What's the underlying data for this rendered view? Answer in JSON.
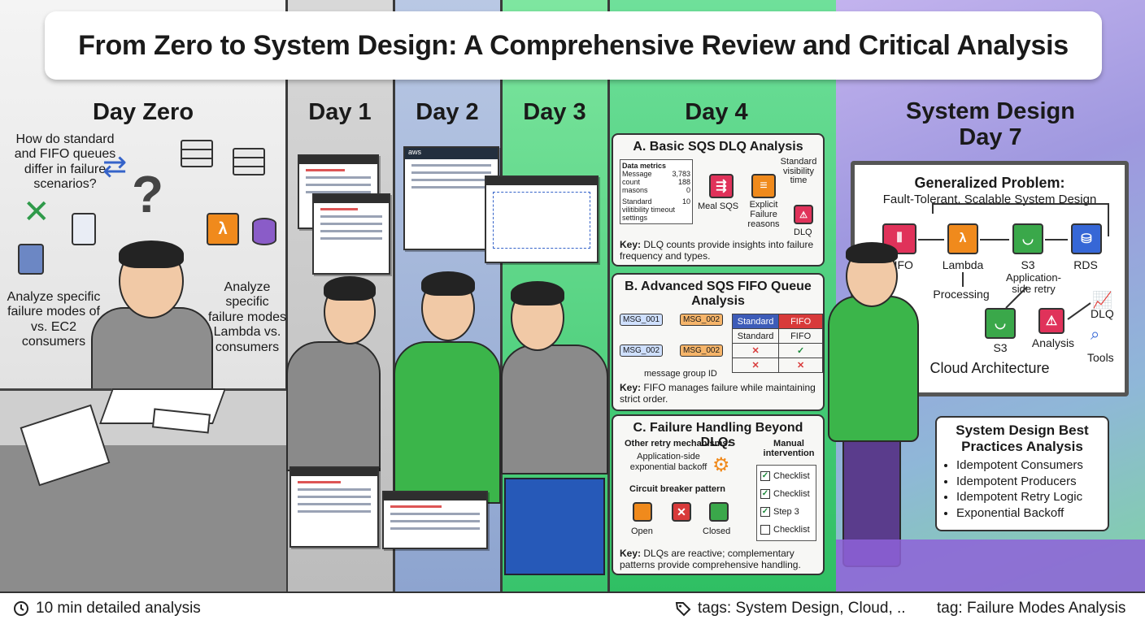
{
  "title": "From Zero to System Design: A Comprehensive Review and Critical Analysis",
  "days": {
    "day0": "Day Zero",
    "day1": "Day 1",
    "day2": "Day 2",
    "day3": "Day 3",
    "day4": "Day 4",
    "day7_line1": "System Design",
    "day7_line2": "Day 7"
  },
  "day_zero": {
    "question": "How do standard and FIFO queues differ in failure scenarios?",
    "left_note": "Analyze specific failure modes of vs. EC2 consumers",
    "right_note": "Analyze specific failure modes Lambda vs. consumers",
    "question_mark": "?"
  },
  "day2": {
    "aws_label": "aws"
  },
  "card_a": {
    "title": "A. Basic SQS DLQ Analysis",
    "metrics_title": "Data metrics",
    "rows": [
      {
        "label": "Message",
        "value": "3,783"
      },
      {
        "label": "count",
        "value": "188"
      },
      {
        "label": "masons",
        "value": "0"
      }
    ],
    "std_label": "Standard vilitibility timeout settings",
    "std_value": "10",
    "meal_sqs": "Meal SQS",
    "visibility": "Standard visibility time",
    "explicit": "Explicit Failure reasons",
    "dlq": "DLQ",
    "key_label": "Key:",
    "key_text": "DLQ counts provide insights into failure frequency and types."
  },
  "card_b": {
    "title": "B. Advanced SQS FIFO Queue Analysis",
    "msgs": [
      "MSG_001",
      "MSG_002",
      "MSG_002",
      "MSG_002"
    ],
    "group": "message group ID",
    "table_head": [
      "Standard",
      "FIFO"
    ],
    "table_row1": [
      "Standard",
      "FIFO"
    ],
    "key_label": "Key:",
    "key_text": "FIFO manages failure while maintaining strict order."
  },
  "card_c": {
    "title": "C. Failure Handling Beyond DLQs",
    "other_retry": "Other retry mechanisms:",
    "app_backoff": "Application-side exponential backoff",
    "circuit": "Circuit breaker pattern",
    "open": "Open",
    "closed": "Closed",
    "manual": "Manual intervention",
    "checklist": [
      "Checklist",
      "Checklist",
      "Step 3",
      "Checklist"
    ],
    "key_label": "Key:",
    "key_text": "DLQs are reactive; complementary patterns provide comprehensive handling."
  },
  "whiteboard": {
    "title": "Generalized Problem:",
    "subtitle": "Fault-Tolerant, Scalable System Design",
    "fifo": "FIFO",
    "lambda": "Lambda",
    "s3_top": "S3",
    "rds": "RDS",
    "processing": "Processing",
    "app_retry": "Application-side retry",
    "dlq": "DLQ",
    "s3_bottom": "S3",
    "analysis": "Analysis",
    "tools": "Tools",
    "arch": "Cloud Architecture"
  },
  "best_practices": {
    "title": "System Design Best Practices Analysis",
    "items": [
      "Idempotent Consumers",
      "Idempotent Producers",
      "Idempotent Retry Logic",
      "Exponential Backoff"
    ]
  },
  "footer": {
    "read_time": "10 min detailed analysis",
    "tags": "tags: System Design, Cloud, ..",
    "tag": "tag: Failure Modes Analysis"
  },
  "colors": {
    "lambda_orange": "#f08a1c",
    "sqs_red": "#e0325a",
    "s3_green": "#3aa84a",
    "rds_blue": "#3667d6",
    "shirt_green": "#3bb54a",
    "pants_purple": "#5a3c8c"
  }
}
